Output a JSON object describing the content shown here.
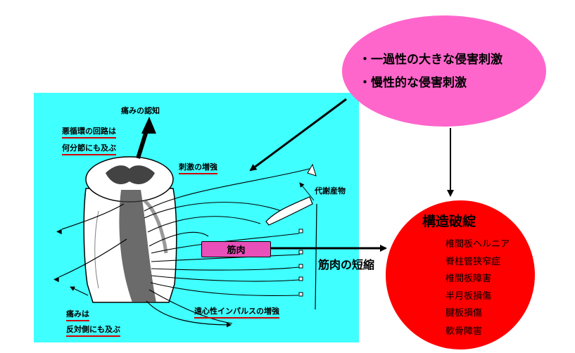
{
  "stimulus": {
    "line1": "・一過性の大きな侵害刺激",
    "line2": "・慢性的な侵害刺激"
  },
  "diagram": {
    "pain_recognition": "痛みの認知",
    "vicious_circle_line1": "悪循環の回路は",
    "vicious_circle_line2": "何分節にも及ぶ",
    "stimulus_increase": "刺激の増強",
    "metabolites": "代謝産物",
    "muscle": "筋肉",
    "muscle_shortening": "筋肉の短縮",
    "pain_line1": "痛みは",
    "pain_line2": "反対側にも及ぶ",
    "efferent_impulse": "遠心性インパルスの増強"
  },
  "structure": {
    "title": "構造破綻",
    "items": [
      "椎間板ヘルニア",
      "脊柱管狭窄症",
      "椎間板障害",
      "半月板損傷",
      "腱板損傷",
      "軟骨障害"
    ]
  },
  "colors": {
    "panel": "#40ffff",
    "ellipse": "#ff66cc",
    "circle": "#ff0000",
    "muscle": "#e84fb9",
    "underline": "#d00000"
  }
}
